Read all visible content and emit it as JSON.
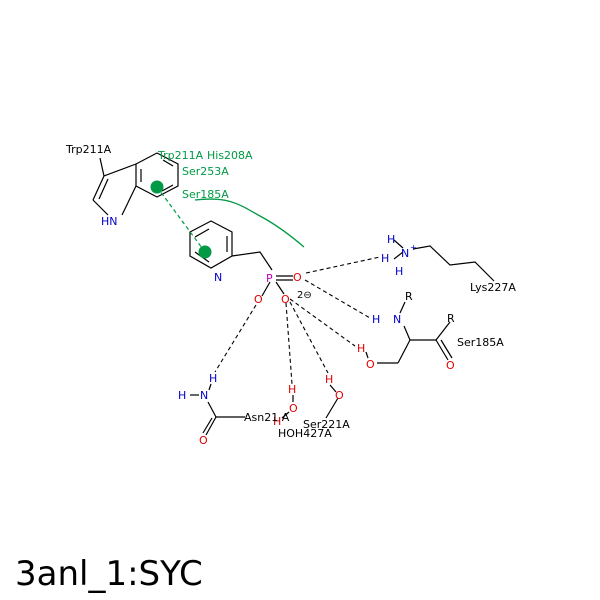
{
  "title": "3anl_1:SYC",
  "colors": {
    "bond": "#000000",
    "nitrogen": "#0000cc",
    "oxygen": "#e00000",
    "phosphorus": "#c000c0",
    "interaction": "#009944",
    "hbond": "#000000"
  },
  "residues": {
    "trp211_top": "Trp211A",
    "trp211_green": "Trp211A",
    "his208": "His208A",
    "ser253": "Ser253A",
    "ser185_green": "Ser185A",
    "lys227": "Lys227A",
    "ser185": "Ser185A",
    "asn21": "Asn21 A",
    "ser221": "Ser221A",
    "hoh427": "HOH427A"
  },
  "atoms": {
    "hn_indole": "HN",
    "n_pyridine": "N",
    "p": "P",
    "o_top": "O",
    "o_left": "O",
    "o_mid": "O",
    "charge": "2⊖",
    "h_lys1": "H",
    "h_lys2": "H",
    "n_lys": "N",
    "plus": "+",
    "h_lys3": "H",
    "r_top": "R",
    "h_ser_n": "H",
    "n_ser": "N",
    "r_right": "R",
    "h_ser_oh": "H",
    "o_ser": "O",
    "o_carbonyl": "O",
    "h_asn": "H",
    "h_asn2": "H",
    "n_asn": "N",
    "o_asn": "O",
    "h_w1": "H",
    "o_w": "O",
    "h_w2": "H",
    "h_s221": "H",
    "o_s221": "O"
  }
}
